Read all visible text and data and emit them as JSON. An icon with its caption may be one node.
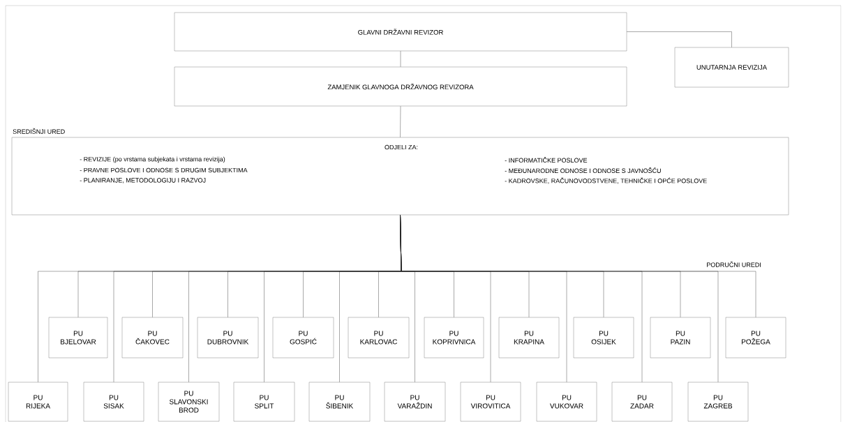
{
  "diagram": {
    "nodes": [
      {
        "text": [
          "GLAVNI DRŽAVNI REVIZOR"
        ]
      },
      {
        "text": [
          "UNUTARNJA REVIZIJA"
        ]
      },
      {
        "text": [
          "ZAMJENIK GLAVNOGA DRŽAVNOG REVIZORA"
        ]
      },
      {
        "text": [
          "SREDIŠNJI URED",
          "ODJELI ZA:",
          "- REVIZIJE (po vrstama subjekata i vrstama revizija)",
          "- PRAVNE POSLOVE I ODNOSE S DRUGIM SUBJEKTIMA",
          "- PLANIRANJE, METODOLOGIJU I RAZVOJ",
          "- INFORMATIČKE POSLOVE",
          "- MEĐUNARODNE ODNOSE I ODNOSE S JAVNOŠĆU",
          "- KADROVSKE, RAČUNOVODSTVENE, TEHNIČKE I OPĆE POSLOVE"
        ]
      },
      {
        "text": [
          "PU RIJEKA"
        ]
      },
      {
        "text": [
          "PU BJELOVAR"
        ]
      },
      {
        "text": [
          "PU SISAK"
        ]
      },
      {
        "text": [
          "PU ČAKOVEC"
        ]
      },
      {
        "text": [
          "PU SLAVONSKI BROD"
        ]
      },
      {
        "text": [
          "PU DUBROVNIK"
        ]
      },
      {
        "text": [
          "PU SPLIT"
        ]
      },
      {
        "text": [
          "PU GOSPIĆ"
        ]
      },
      {
        "text": [
          "PU ŠIBENIK"
        ]
      },
      {
        "text": [
          "PU KARLOVAC"
        ]
      },
      {
        "text": [
          "PU VARAŽDIN"
        ]
      },
      {
        "text": [
          "PU KOPRIVNICA"
        ]
      },
      {
        "text": [
          "PU VIROVITICA"
        ]
      },
      {
        "text": [
          "PU KRAPINA"
        ]
      },
      {
        "text": [
          "PU VUKOVAR"
        ]
      },
      {
        "text": [
          "PU OSIJEK"
        ]
      },
      {
        "text": [
          "PU ZADAR"
        ]
      },
      {
        "text": [
          "PU PAZIN"
        ]
      },
      {
        "text": [
          "PU ZAGREB"
        ]
      },
      {
        "text": [
          "PU POŽEGA"
        ]
      }
    ],
    "edges": [
      {
        "from": 0,
        "to": 1,
        "arrow": "none"
      },
      {
        "from": 0,
        "to": 2,
        "arrow": "none"
      },
      {
        "from": 2,
        "to": 3,
        "arrow": "none"
      },
      {
        "from": 3,
        "to": 4,
        "arrow": "none"
      },
      {
        "from": 3,
        "to": 5,
        "arrow": "none"
      },
      {
        "from": 3,
        "to": 6,
        "arrow": "none"
      },
      {
        "from": 3,
        "to": 7,
        "arrow": "none"
      },
      {
        "from": 3,
        "to": 8,
        "arrow": "none"
      },
      {
        "from": 3,
        "to": 9,
        "arrow": "none"
      },
      {
        "from": 3,
        "to": 10,
        "arrow": "none"
      },
      {
        "from": 3,
        "to": 11,
        "arrow": "none"
      },
      {
        "from": 3,
        "to": 12,
        "arrow": "none"
      },
      {
        "from": 3,
        "to": 13,
        "arrow": "none"
      },
      {
        "from": 3,
        "to": 14,
        "arrow": "none"
      },
      {
        "from": 3,
        "to": 15,
        "arrow": "none"
      },
      {
        "from": 3,
        "to": 16,
        "arrow": "none"
      },
      {
        "from": 3,
        "to": 17,
        "arrow": "none"
      },
      {
        "from": 3,
        "to": 18,
        "arrow": "none"
      },
      {
        "from": 3,
        "to": 19,
        "arrow": "none"
      },
      {
        "from": 3,
        "to": 20,
        "arrow": "none"
      },
      {
        "from": 3,
        "to": 21,
        "arrow": "none"
      },
      {
        "from": 3,
        "to": 22,
        "arrow": "none"
      },
      {
        "from": 3,
        "to": 23,
        "arrow": "none"
      }
    ],
    "labels": [
      "PODRUČNI UREDI"
    ]
  }
}
